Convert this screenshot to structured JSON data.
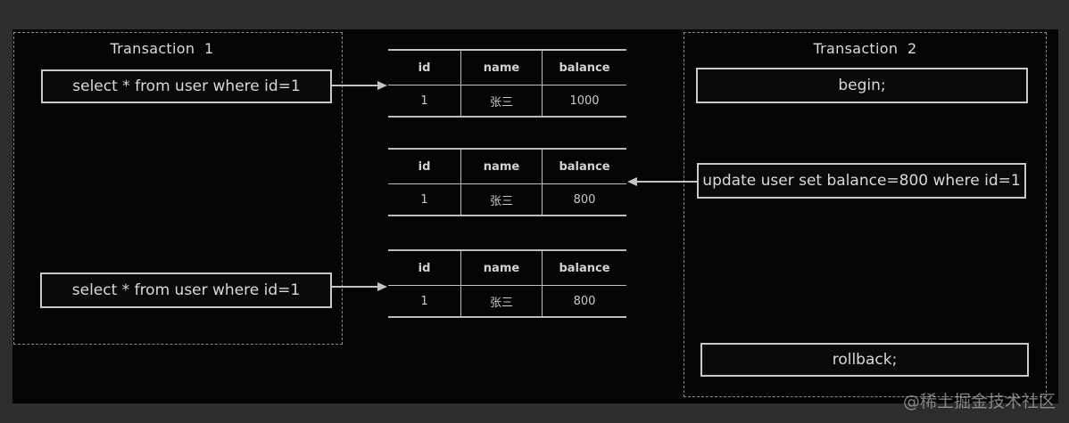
{
  "colors": {
    "frame_background": "#2d2d2d",
    "slide_background": "#040404",
    "panel_border_dashed": "#8a8a8a",
    "box_border": "#c9c9c9",
    "table_line": "#bdbdbd",
    "text": "#d9d9d9",
    "watermark_text": "#a9a9a9"
  },
  "transaction1": {
    "title": "Transaction  1",
    "select_query_top": "select * from user where id=1",
    "select_query_bottom": "select * from user where id=1"
  },
  "transaction2": {
    "title": "Transaction  2",
    "begin_statement": "begin;",
    "update_statement": "update user set balance=800 where id=1",
    "rollback_statement": "rollback;"
  },
  "tables": [
    {
      "headers": [
        "id",
        "name",
        "balance"
      ],
      "rows": [
        [
          "1",
          "张三",
          "1000"
        ]
      ]
    },
    {
      "headers": [
        "id",
        "name",
        "balance"
      ],
      "rows": [
        [
          "1",
          "张三",
          "800"
        ]
      ]
    },
    {
      "headers": [
        "id",
        "name",
        "balance"
      ],
      "rows": [
        [
          "1",
          "张三",
          "800"
        ]
      ]
    }
  ],
  "watermark": "@稀土掘金技术社区"
}
